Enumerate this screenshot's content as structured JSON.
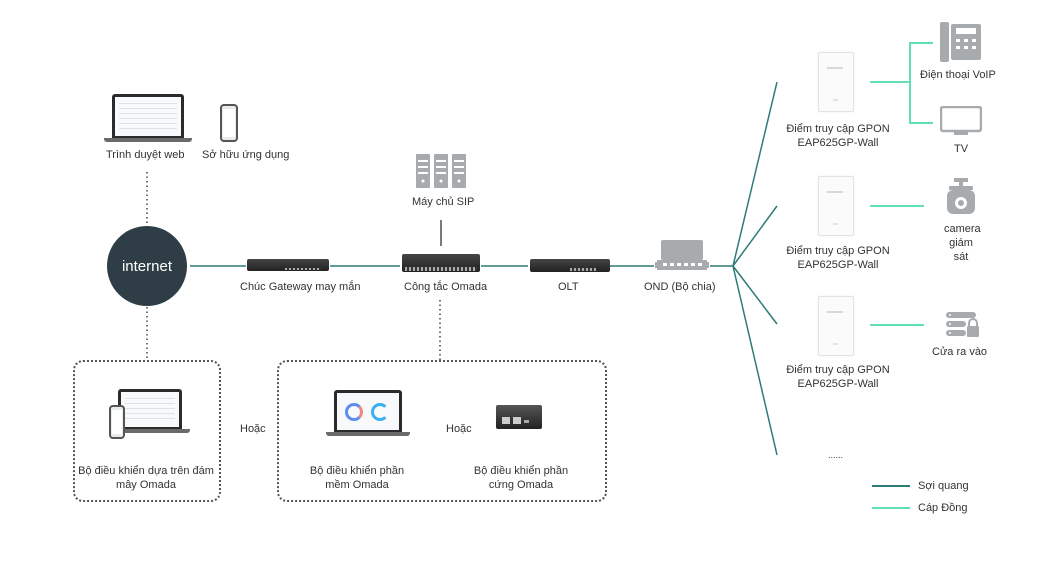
{
  "diagram": {
    "nodes": {
      "web_browser": "Trình duyệt web",
      "own_app": "Sở hữu ứng dụng",
      "internet": "internet",
      "gateway": "Chúc Gateway may mắn",
      "sip_server": "Máy chủ SIP",
      "omada_switch": "Công tắc Omada",
      "olt": "OLT",
      "odn": "OND (Bộ chia)",
      "cloud_controller": "Bộ điều khiển dựa trên đám mây Omada",
      "cloud_controller_line1": "Bộ điều khiển dựa trên đám",
      "cloud_controller_line2": "mây Omada",
      "or_1": "Hoặc",
      "software_controller_line1": "Bộ điều khiển phần",
      "software_controller_line2": "mềm Omada",
      "or_2": "Hoặc",
      "hardware_controller_line1": "Bộ điều khiển phần",
      "hardware_controller_line2": "cứng Omada",
      "ap_line1": "Điểm truy cập GPON",
      "ap_line2": "EAP625GP-Wall",
      "voip_phone": "Điện thoại VoIP",
      "tv": "TV",
      "camera_line1": "camera",
      "camera_line2": "giám",
      "camera_line3": "sát",
      "door_access": "Cửa ra vào",
      "more": "......"
    },
    "legend": [
      {
        "label": "Sợi quang",
        "color": "#2e7b78"
      },
      {
        "label": "Cáp Đồng",
        "color": "#5fe0b8"
      }
    ],
    "colors": {
      "fiber": "#2e7b78",
      "copper": "#5fe0b8",
      "internet_circle": "#2f3e46",
      "icon_gray": "#a7abae"
    }
  }
}
